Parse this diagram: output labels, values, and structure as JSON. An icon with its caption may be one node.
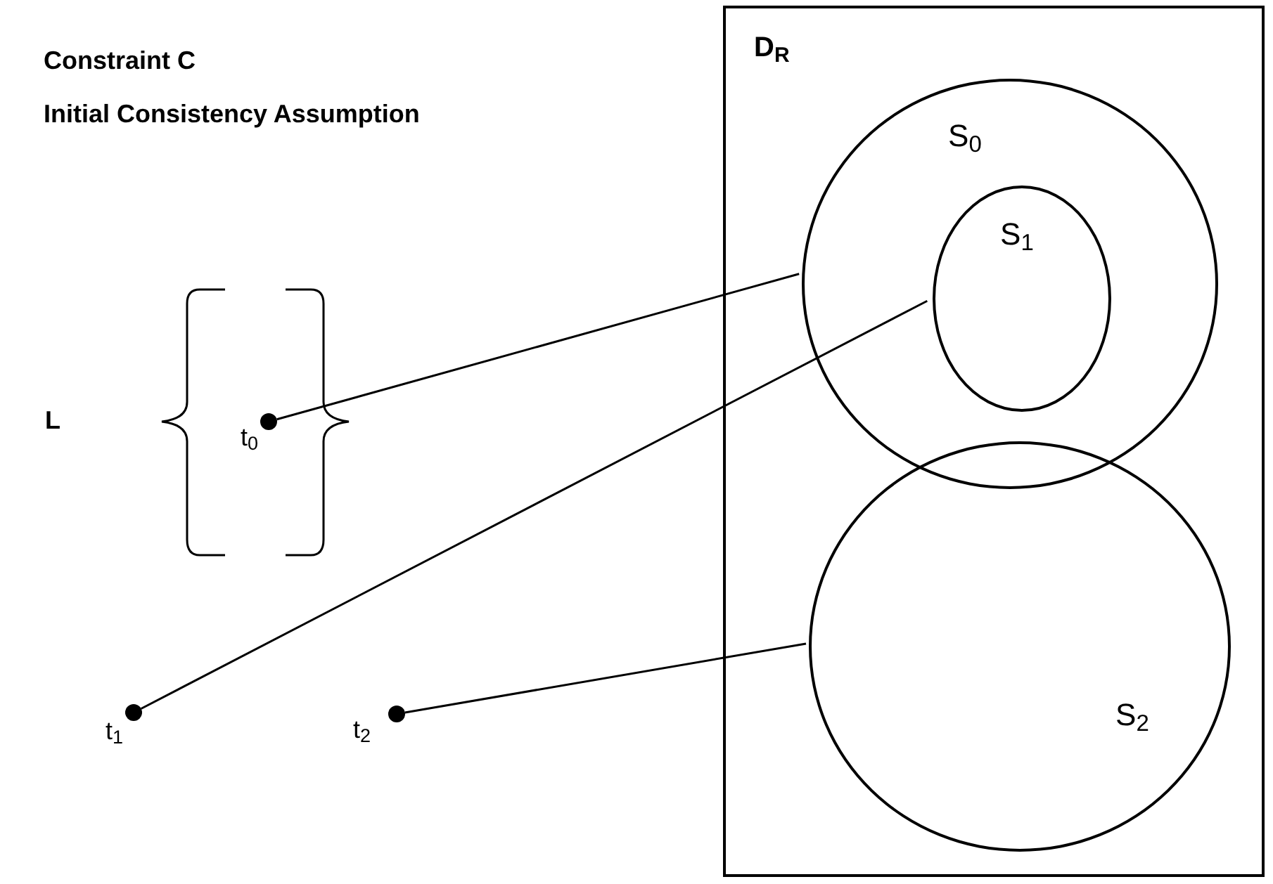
{
  "diagram": {
    "title": "Constraint C",
    "nodes": [
      {
        "text": [
          "D$_{R}$"
        ]
      },
      {
        "text": [
          "S$_{0}$"
        ],
        "in": 0
      },
      {
        "text": [
          "S$_{1}$"
        ],
        "in": 1
      },
      {
        "text": [
          "S$_{2}$"
        ],
        "in": 0
      },
      {
        "text": [],
        "shape": "circle",
        "beside": [
          "t$_{0}$"
        ]
      },
      {
        "text": [],
        "shape": "circle",
        "beside": [
          "t$_{1}$"
        ]
      },
      {
        "text": [],
        "shape": "circle",
        "beside": [
          "t$_{2}$"
        ]
      }
    ],
    "edges": [
      {
        "from": 4,
        "to": 1,
        "arrow": "none"
      },
      {
        "from": 5,
        "to": 2,
        "arrow": "none"
      },
      {
        "from": 6,
        "to": 3,
        "arrow": "none"
      }
    ],
    "labels": [
      "Initial Consistency Assumption",
      "L"
    ]
  }
}
